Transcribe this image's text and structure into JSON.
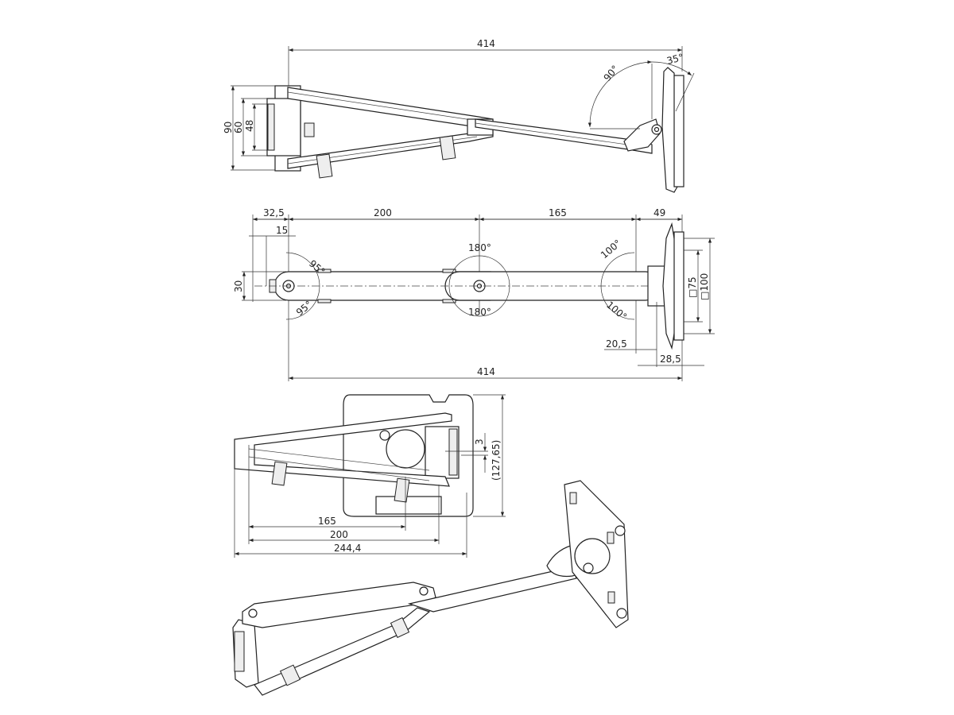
{
  "side_view": {
    "overall_length": "414",
    "heights": [
      "90",
      "60",
      "48"
    ],
    "tilt_angles": [
      "90°",
      "35°"
    ]
  },
  "top_view": {
    "offsets": [
      "32,5",
      "15"
    ],
    "segments": [
      "200",
      "165",
      "49"
    ],
    "arm_width": "30",
    "pivot_angles": [
      "95°",
      "95°",
      "180°",
      "180°",
      "100°",
      "100°"
    ],
    "vesa": [
      "□75",
      "□100"
    ],
    "plate_offsets": [
      "20,5",
      "28,5"
    ],
    "overall_length": "414"
  },
  "folded_view": {
    "lengths": [
      "165",
      "200",
      "244,4"
    ],
    "offset": "3",
    "height": "(127,65)"
  }
}
